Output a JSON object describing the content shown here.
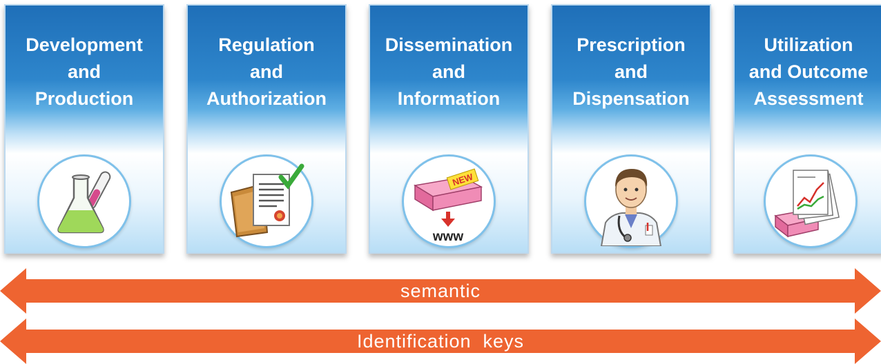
{
  "stages": [
    {
      "title": "Development\nand\nProduction",
      "icon": "lab-flask-icon"
    },
    {
      "title": "Regulation\nand\nAuthorization",
      "icon": "certificate-document-icon"
    },
    {
      "title": "Dissemination\nand\nInformation",
      "icon": "new-box-www-icon"
    },
    {
      "title": "Prescription\nand\nDispensation",
      "icon": "doctor-icon"
    },
    {
      "title": "Utilization\nand Outcome\nAssessment",
      "icon": "report-chart-icon"
    }
  ],
  "new_badge": "NEW",
  "www_label": "www",
  "arrows": [
    {
      "label": "semantic",
      "color": "#ee6431"
    },
    {
      "label": "Identification  keys",
      "color": "#ee6431"
    }
  ],
  "colors": {
    "card_blue": "#2e86cc",
    "circle_border": "#7fc1ea",
    "arrow": "#ee6431"
  }
}
